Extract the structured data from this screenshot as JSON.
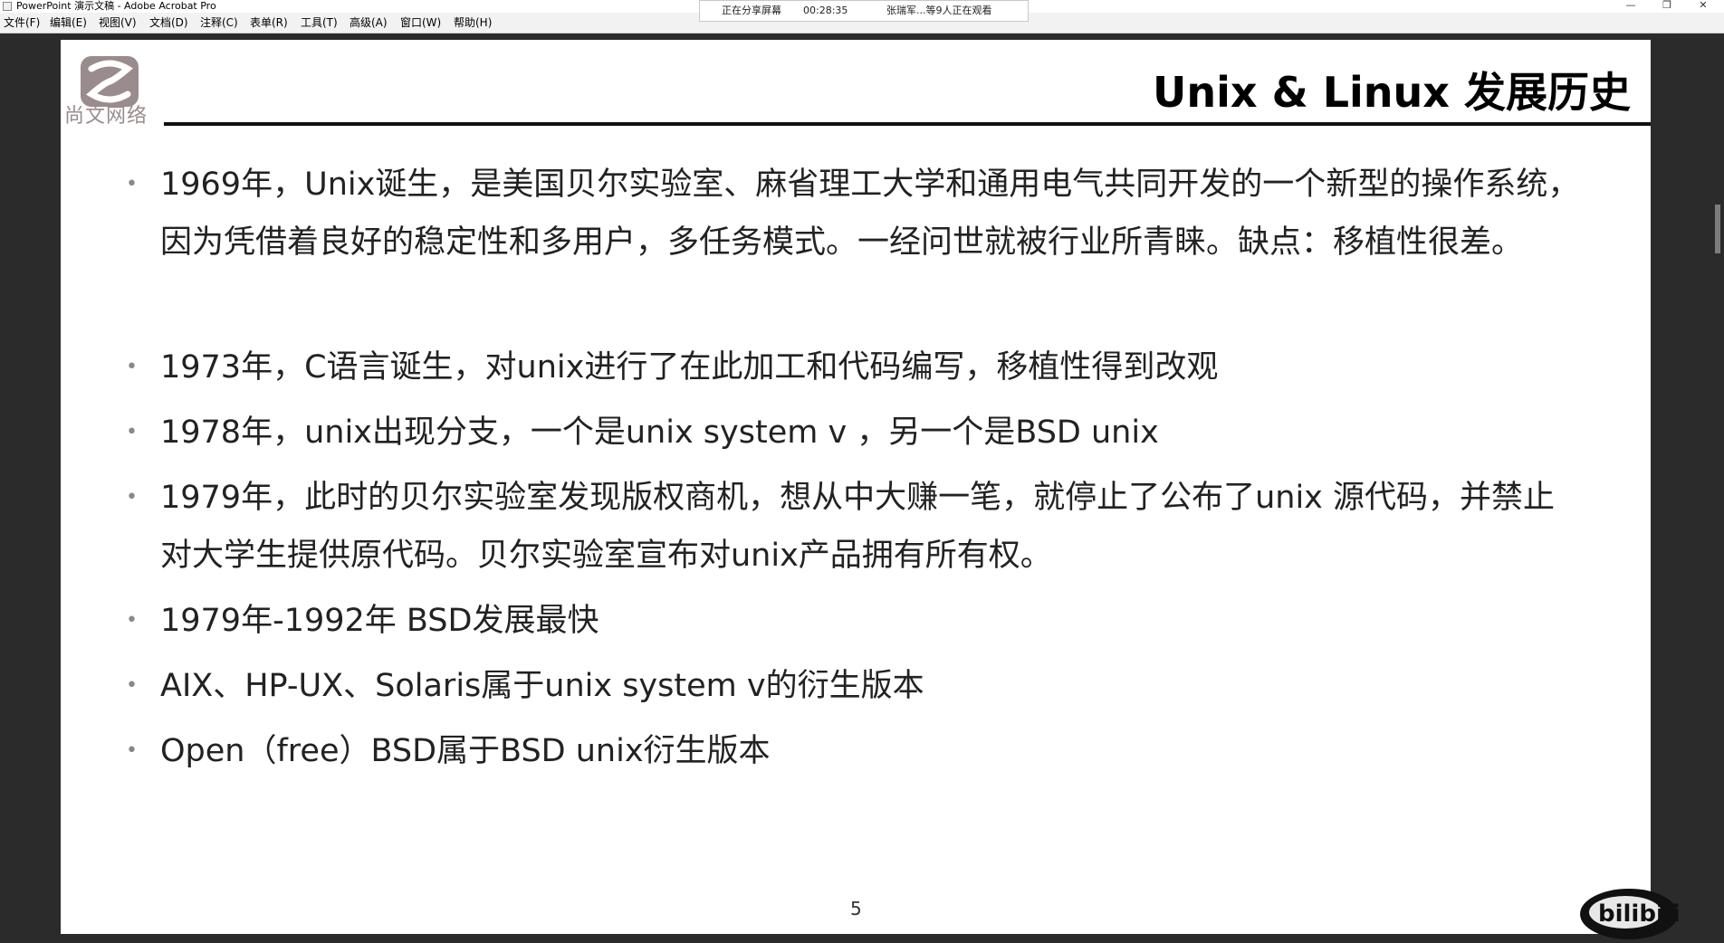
{
  "window": {
    "title": "PowerPoint 演示文稿 - Adobe Acrobat Pro",
    "controls": [
      "—",
      "❐",
      "✕"
    ]
  },
  "menubar": {
    "items": [
      "文件(F)",
      "编辑(E)",
      "视图(V)",
      "文档(D)",
      "注释(C)",
      "表单(R)",
      "工具(T)",
      "高级(A)",
      "窗口(W)",
      "帮助(H)"
    ]
  },
  "share": {
    "status": "正在分享屏幕",
    "timer": "00:28:35",
    "viewers": "张瑞军...等9人正在观看"
  },
  "slide": {
    "logo_text": "尚文网络",
    "title": "Unix & Linux 发展历史",
    "bullets": [
      "1969年，Unix诞生，是美国贝尔实验室、麻省理工大学和通用电气共同开发的一个新型的操作系统，因为凭借着良好的稳定性和多用户，多任务模式。一经问世就被行业所青睐。缺点：移植性很差。",
      "1973年，C语言诞生，对unix进行了在此加工和代码编写，移植性得到改观",
      "1978年，unix出现分支，一个是unix system v ，另一个是BSD unix",
      "1979年，此时的贝尔实验室发现版权商机，想从中大赚一笔，就停止了公布了unix 源代码，并禁止对大学生提供原代码。贝尔实验室宣布对unix产品拥有所有权。",
      "1979年-1992年 BSD发展最快",
      "AIX、HP-UX、Solaris属于unix system v的衍生版本",
      "Open（free）BSD属于BSD unix衍生版本"
    ],
    "page_number": "5",
    "bullet_marker": "•"
  },
  "watermark": {
    "text": "bilibili"
  }
}
